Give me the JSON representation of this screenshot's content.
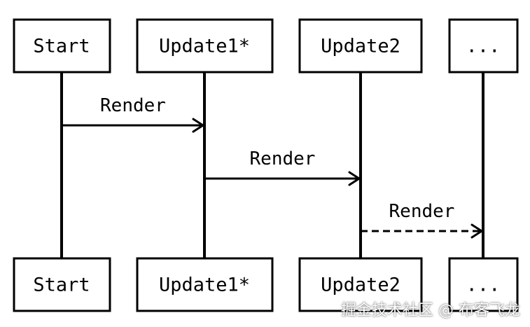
{
  "diagram": {
    "participants": [
      {
        "id": "start",
        "label": "Start"
      },
      {
        "id": "update1",
        "label": "Update1*"
      },
      {
        "id": "update2",
        "label": "Update2"
      },
      {
        "id": "more",
        "label": "..."
      }
    ],
    "messages": [
      {
        "from": "start",
        "to": "update1",
        "label": "Render",
        "style": "solid"
      },
      {
        "from": "update1",
        "to": "update2",
        "label": "Render",
        "style": "solid"
      },
      {
        "from": "update2",
        "to": "more",
        "label": "Render",
        "style": "dashed"
      }
    ]
  },
  "watermark": {
    "text": "掘金技术社区 @ 布客飞龙"
  }
}
